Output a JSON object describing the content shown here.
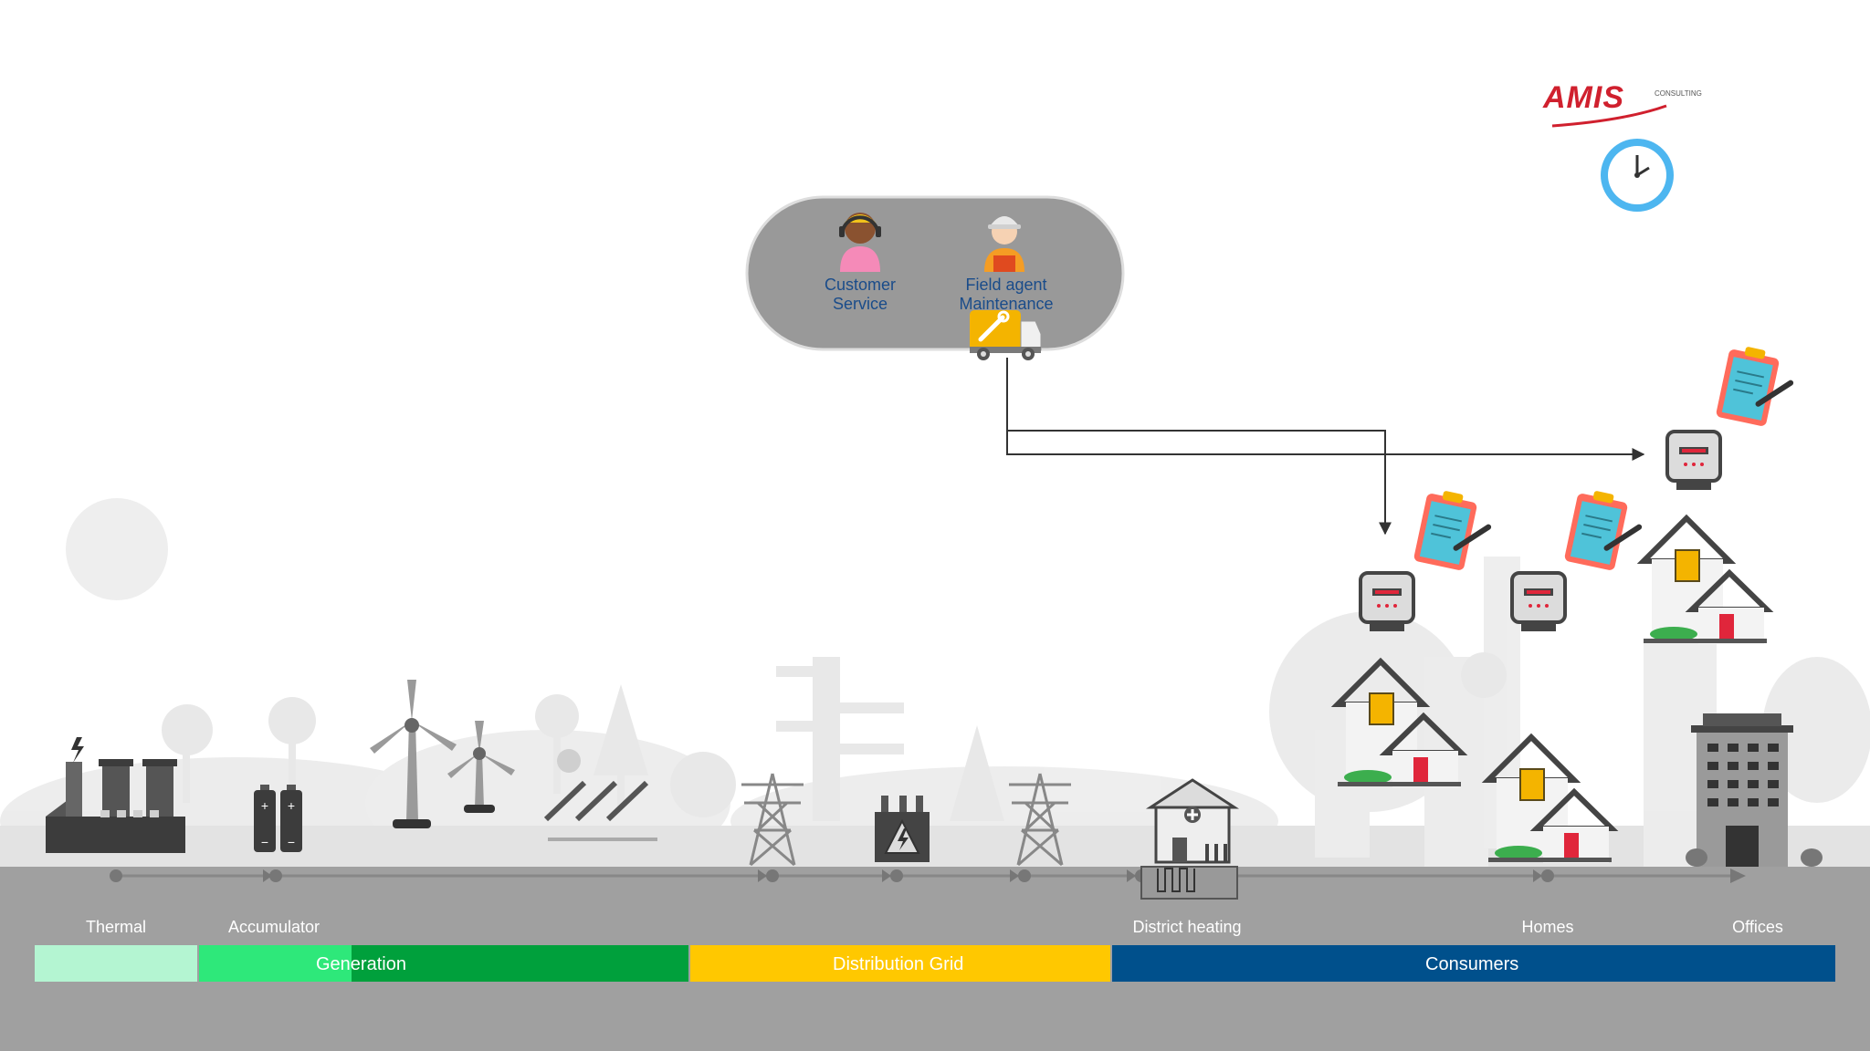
{
  "brand": {
    "logo_text": "AMIS",
    "logo_subtext": "CONSULTING",
    "accent_color": "#d0202e"
  },
  "operations_panel": {
    "customer_service_line1": "Customer",
    "customer_service_line2": "Service",
    "field_agent_line1": "Field agent",
    "field_agent_line2": "Maintenance"
  },
  "timeline_labels": {
    "thermal": "Thermal",
    "accumulator": "Accumulator",
    "district_heating": "District heating",
    "homes": "Homes",
    "offices": "Offices"
  },
  "sections": [
    {
      "label": "Generation",
      "color": "#00a03c"
    },
    {
      "label": "Distribution Grid",
      "color": "#ffc800"
    },
    {
      "label": "Consumers",
      "color": "#00508c"
    }
  ],
  "colors": {
    "thermal_band": "#b4f5d2",
    "accumulator_band": "#2ee87a",
    "ground": "#a0a0a0"
  },
  "icons": [
    "clock-icon",
    "customer-service-agent-icon",
    "field-agent-icon",
    "service-truck-icon",
    "clipboard-icon",
    "smart-meter-icon",
    "house-icon",
    "office-building-icon",
    "power-plant-icon",
    "battery-icon",
    "wind-turbine-icon",
    "solar-panel-icon",
    "pylon-icon",
    "transformer-icon",
    "district-heating-icon"
  ]
}
